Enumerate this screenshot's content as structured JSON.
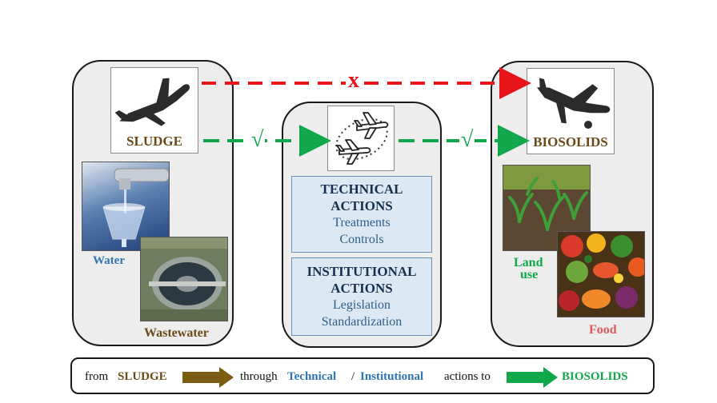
{
  "left_panel": {
    "sludge_label": "SLUDGE",
    "water_label": "Water",
    "wastewater_label": "Wastewater"
  },
  "middle_panel": {
    "technical": {
      "title_line1": "TECHNICAL",
      "title_line2": "ACTIONS",
      "items": [
        "Treatments",
        "Controls"
      ]
    },
    "institutional": {
      "title_line1": "INSTITUTIONAL",
      "title_line2": "ACTIONS",
      "items": [
        "Legislation",
        "Standardization"
      ]
    }
  },
  "right_panel": {
    "biosolids_label": "BIOSOLIDS",
    "land_use_line1": "Land",
    "land_use_line2": "use",
    "food_label": "Food"
  },
  "arrows": {
    "blocked_mark": "x",
    "ok_mark_1": "√",
    "ok_mark_2": "√"
  },
  "legend": {
    "from": "from",
    "sludge": "SLUDGE",
    "through": "through",
    "technical": "Technical",
    "slash": "/",
    "institutional": "Institutional",
    "actions_to": "actions to",
    "biosolids": "BIOSOLIDS"
  },
  "colors": {
    "sludge_brown": "#6b4a16",
    "blue_label": "#2e75b6",
    "green": "#10a84a",
    "red_dash": "#e8161b",
    "food_red": "#e05c5c",
    "legend_brown_arrow": "#7a5c12"
  }
}
